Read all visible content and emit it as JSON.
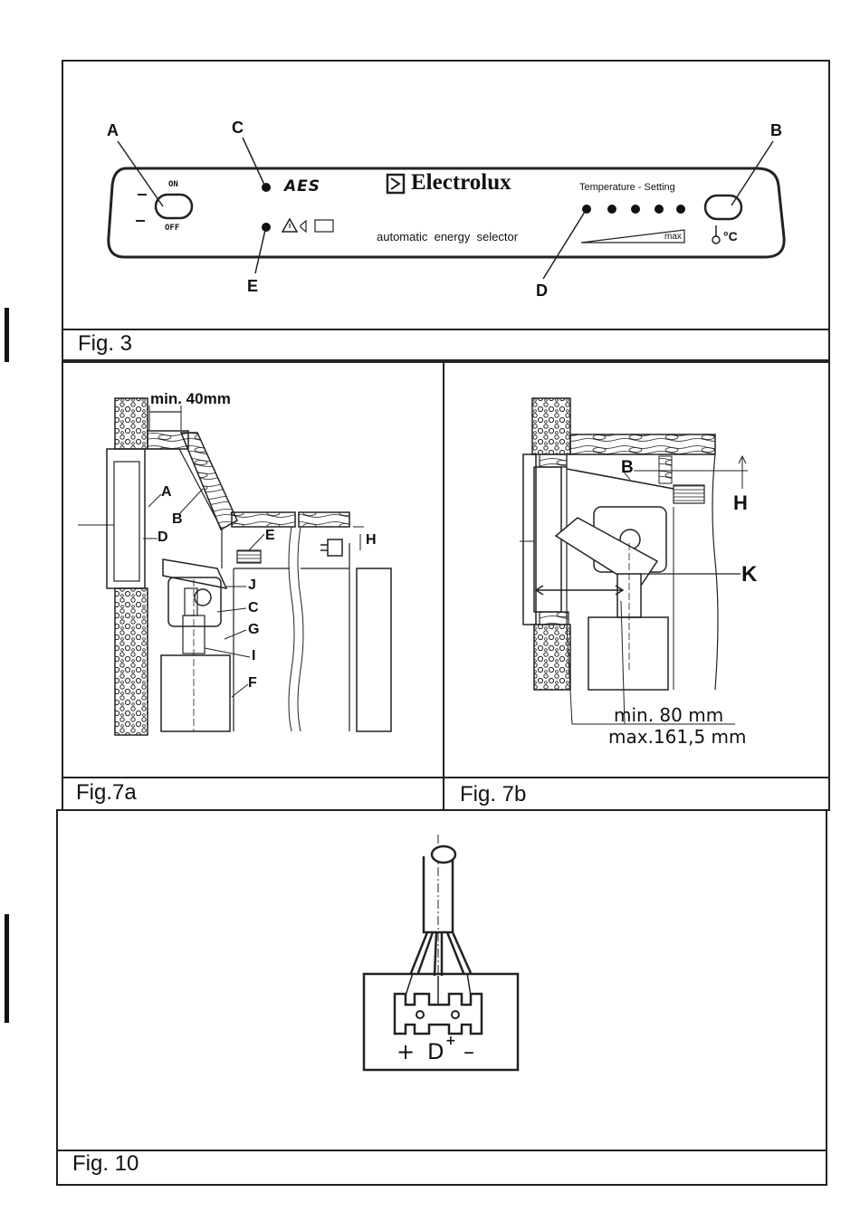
{
  "fig3": {
    "caption": "Fig. 3",
    "labels": {
      "a": "A",
      "b": "B",
      "c": "C",
      "d": "D",
      "e": "E"
    },
    "switch_on": "ON",
    "switch_off": "OFF",
    "aes_logo": "AES",
    "brand": "Electrolux",
    "selector_text": "automatic  energy  selector",
    "temperature_setting": "Temperature - Setting",
    "max_label": "max",
    "celsius": "°C",
    "led_count": 5
  },
  "fig7a": {
    "caption": "Fig.7a",
    "min_label": "min. 40mm",
    "labels": {
      "a": "A",
      "b": "B",
      "d": "D",
      "e": "E",
      "h": "H",
      "j": "J",
      "c": "C",
      "g": "G",
      "i": "I",
      "f": "F"
    }
  },
  "fig7b": {
    "caption": "Fig. 7b",
    "labels": {
      "b": "B",
      "h": "H",
      "k": "K"
    },
    "min_label": "min. 80 mm",
    "max_label": "max.161,5 mm"
  },
  "fig10": {
    "caption": "Fig. 10",
    "terminal_labels": [
      "+",
      "D",
      "+",
      "–"
    ]
  },
  "colors": {
    "line": "#222222",
    "paper": "#ffffff"
  }
}
